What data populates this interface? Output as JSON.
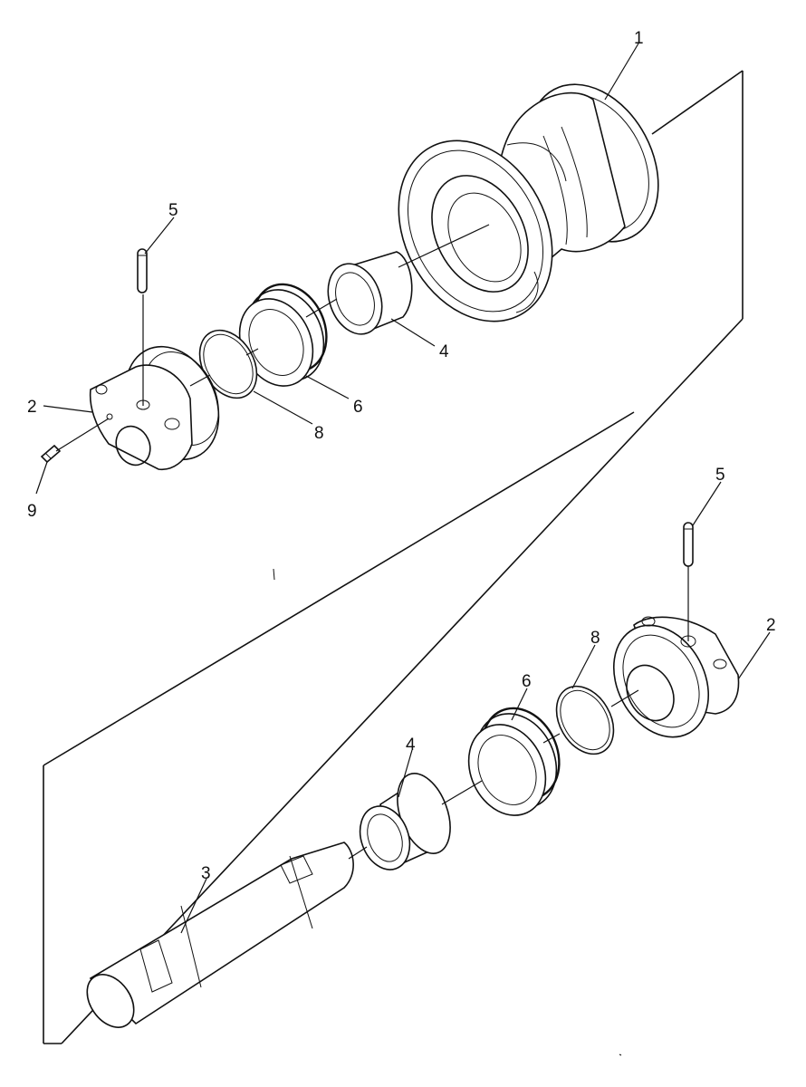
{
  "callouts": {
    "upper": {
      "p1": "1",
      "p2": "2",
      "p4": "4",
      "p5": "5",
      "p6": "6",
      "p8": "8",
      "p9": "9"
    },
    "lower": {
      "p2": "2",
      "p3": "3",
      "p4": "4",
      "p5": "5",
      "p6": "6",
      "p8": "8"
    }
  }
}
